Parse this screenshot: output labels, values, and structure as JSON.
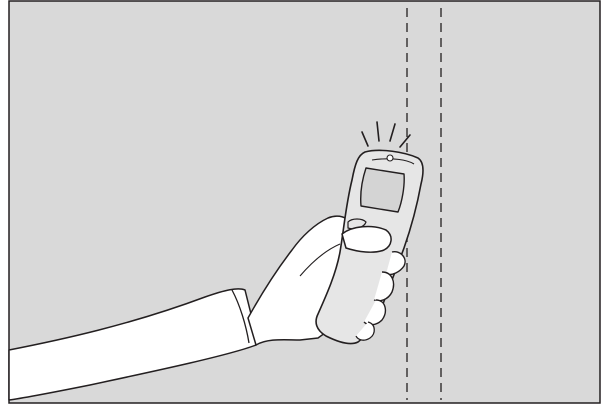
{
  "illustration": {
    "colors": {
      "wall": "#d9d9d9",
      "line": "#231f20",
      "skin": "#ffffff",
      "device_body": "#e6e6e6",
      "device_screen": "#d4d4d4",
      "background": "#ffffff"
    },
    "icons": [
      "wall-panel",
      "stud-edge-line-left",
      "stud-edge-line-right",
      "stud-finder-device",
      "hand",
      "sleeve",
      "signal-marks"
    ]
  }
}
